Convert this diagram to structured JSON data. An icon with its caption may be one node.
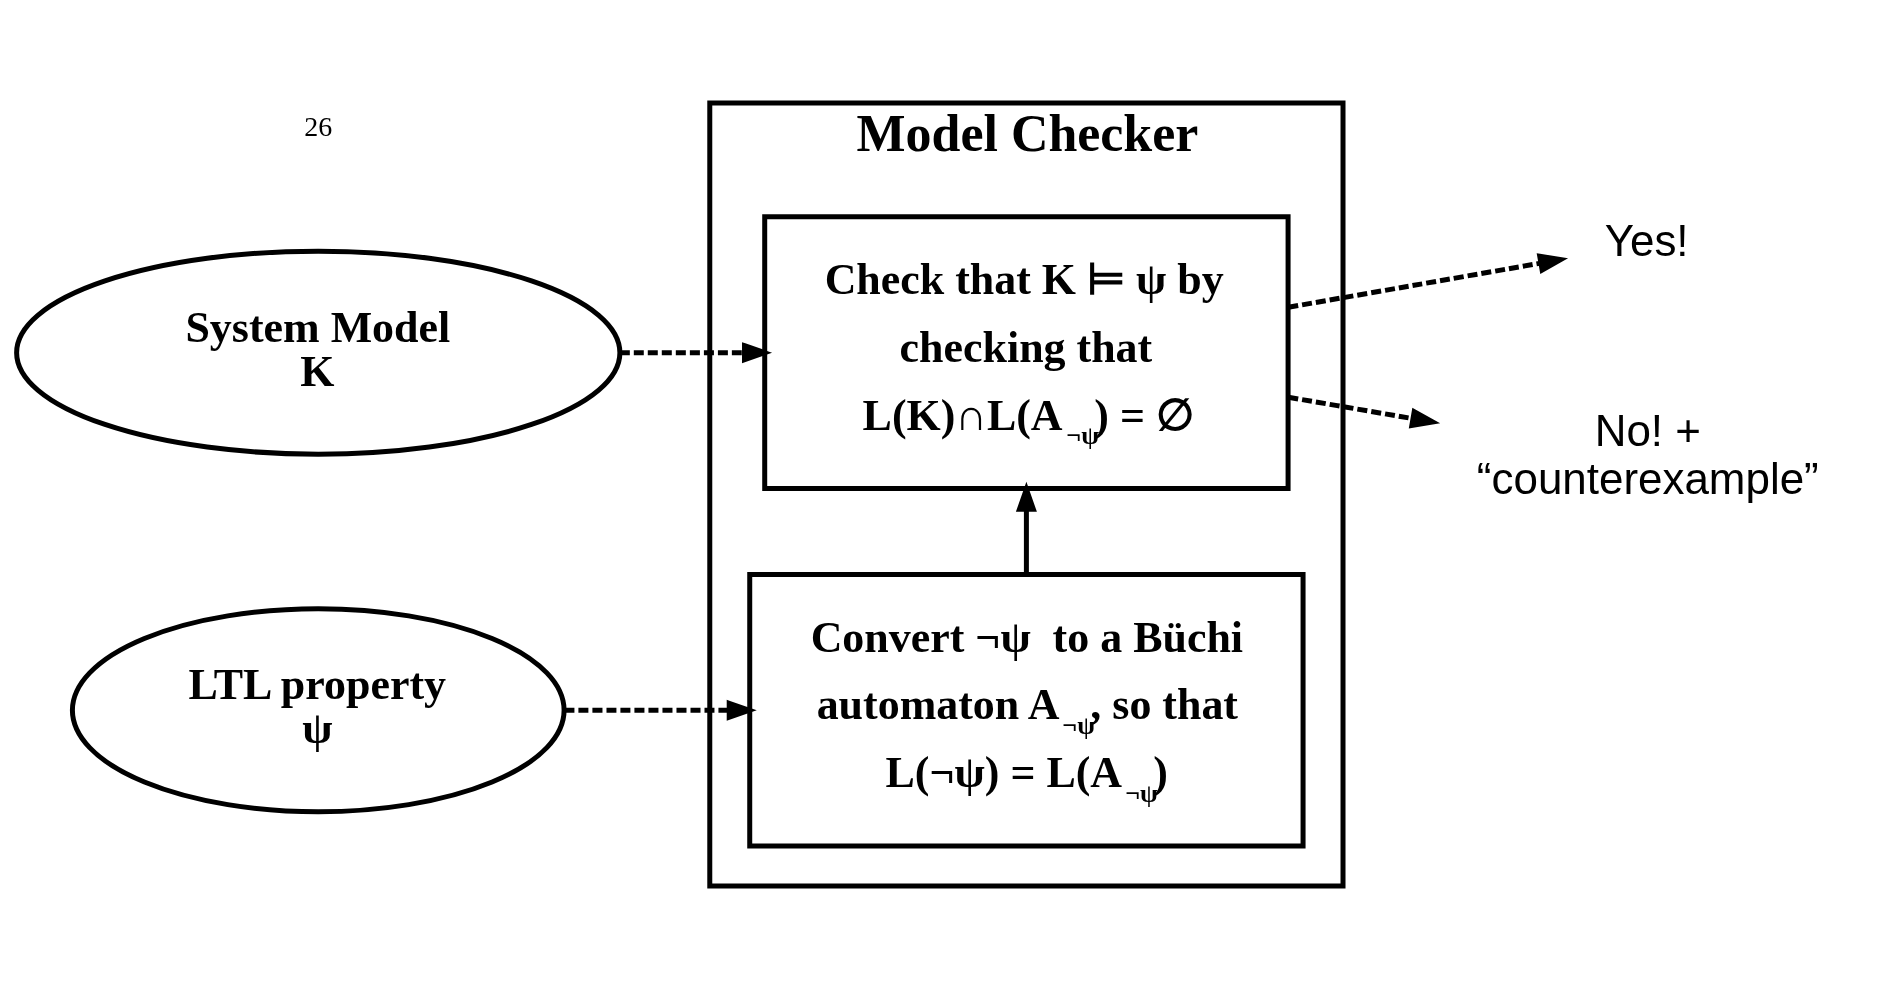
{
  "diagram": {
    "nodes": [
      {
        "text": [
          "System Model",
          "K"
        ]
      },
      {
        "text": [
          "Model Checker"
        ]
      },
      {
        "text": [
          "Check that K ⊨ ψ by checking that L(K)∩L(A$_{¬ψ}$) = ∅"
        ],
        "in": 1
      },
      {
        "text": [
          "Convert ¬ψ  to a Büchi automaton A$_{¬ψ}$, so that L(¬ψ) = L(A$_{¬ψ}$)"
        ],
        "in": 1
      },
      {
        "text": [
          "LTL property",
          "ψ"
        ]
      },
      {
        "text": [
          "Yes!"
        ]
      },
      {
        "text": [
          "No! + “counterexample”"
        ]
      }
    ],
    "edges": [
      {
        "from": 0,
        "to": 2,
        "arrow": "to",
        "style": "dashed"
      },
      {
        "from": 4,
        "to": 3,
        "arrow": "to",
        "style": "dashed"
      },
      {
        "from": 3,
        "to": 2,
        "arrow": "to"
      },
      {
        "from": 2,
        "to": 5,
        "arrow": "to",
        "style": "dashed"
      },
      {
        "from": 2,
        "to": 6,
        "arrow": "to",
        "style": "dashed"
      }
    ],
    "labels": [
      "26"
    ]
  }
}
